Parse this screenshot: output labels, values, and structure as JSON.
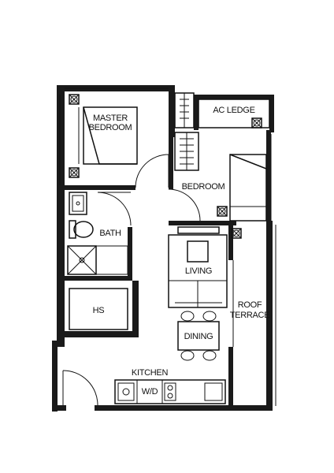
{
  "rooms": {
    "master_bedroom_line1": "MASTER",
    "master_bedroom_line2": "BEDROOM",
    "ac_ledge": "AC LEDGE",
    "bedroom": "BEDROOM",
    "bath": "BATH",
    "living": "LIVING",
    "roof_terrace_line1": "ROOF",
    "roof_terrace_line2": "TERRACE",
    "hs": "HS",
    "dining": "DINING",
    "kitchen": "KITCHEN",
    "wd": "W/D"
  }
}
